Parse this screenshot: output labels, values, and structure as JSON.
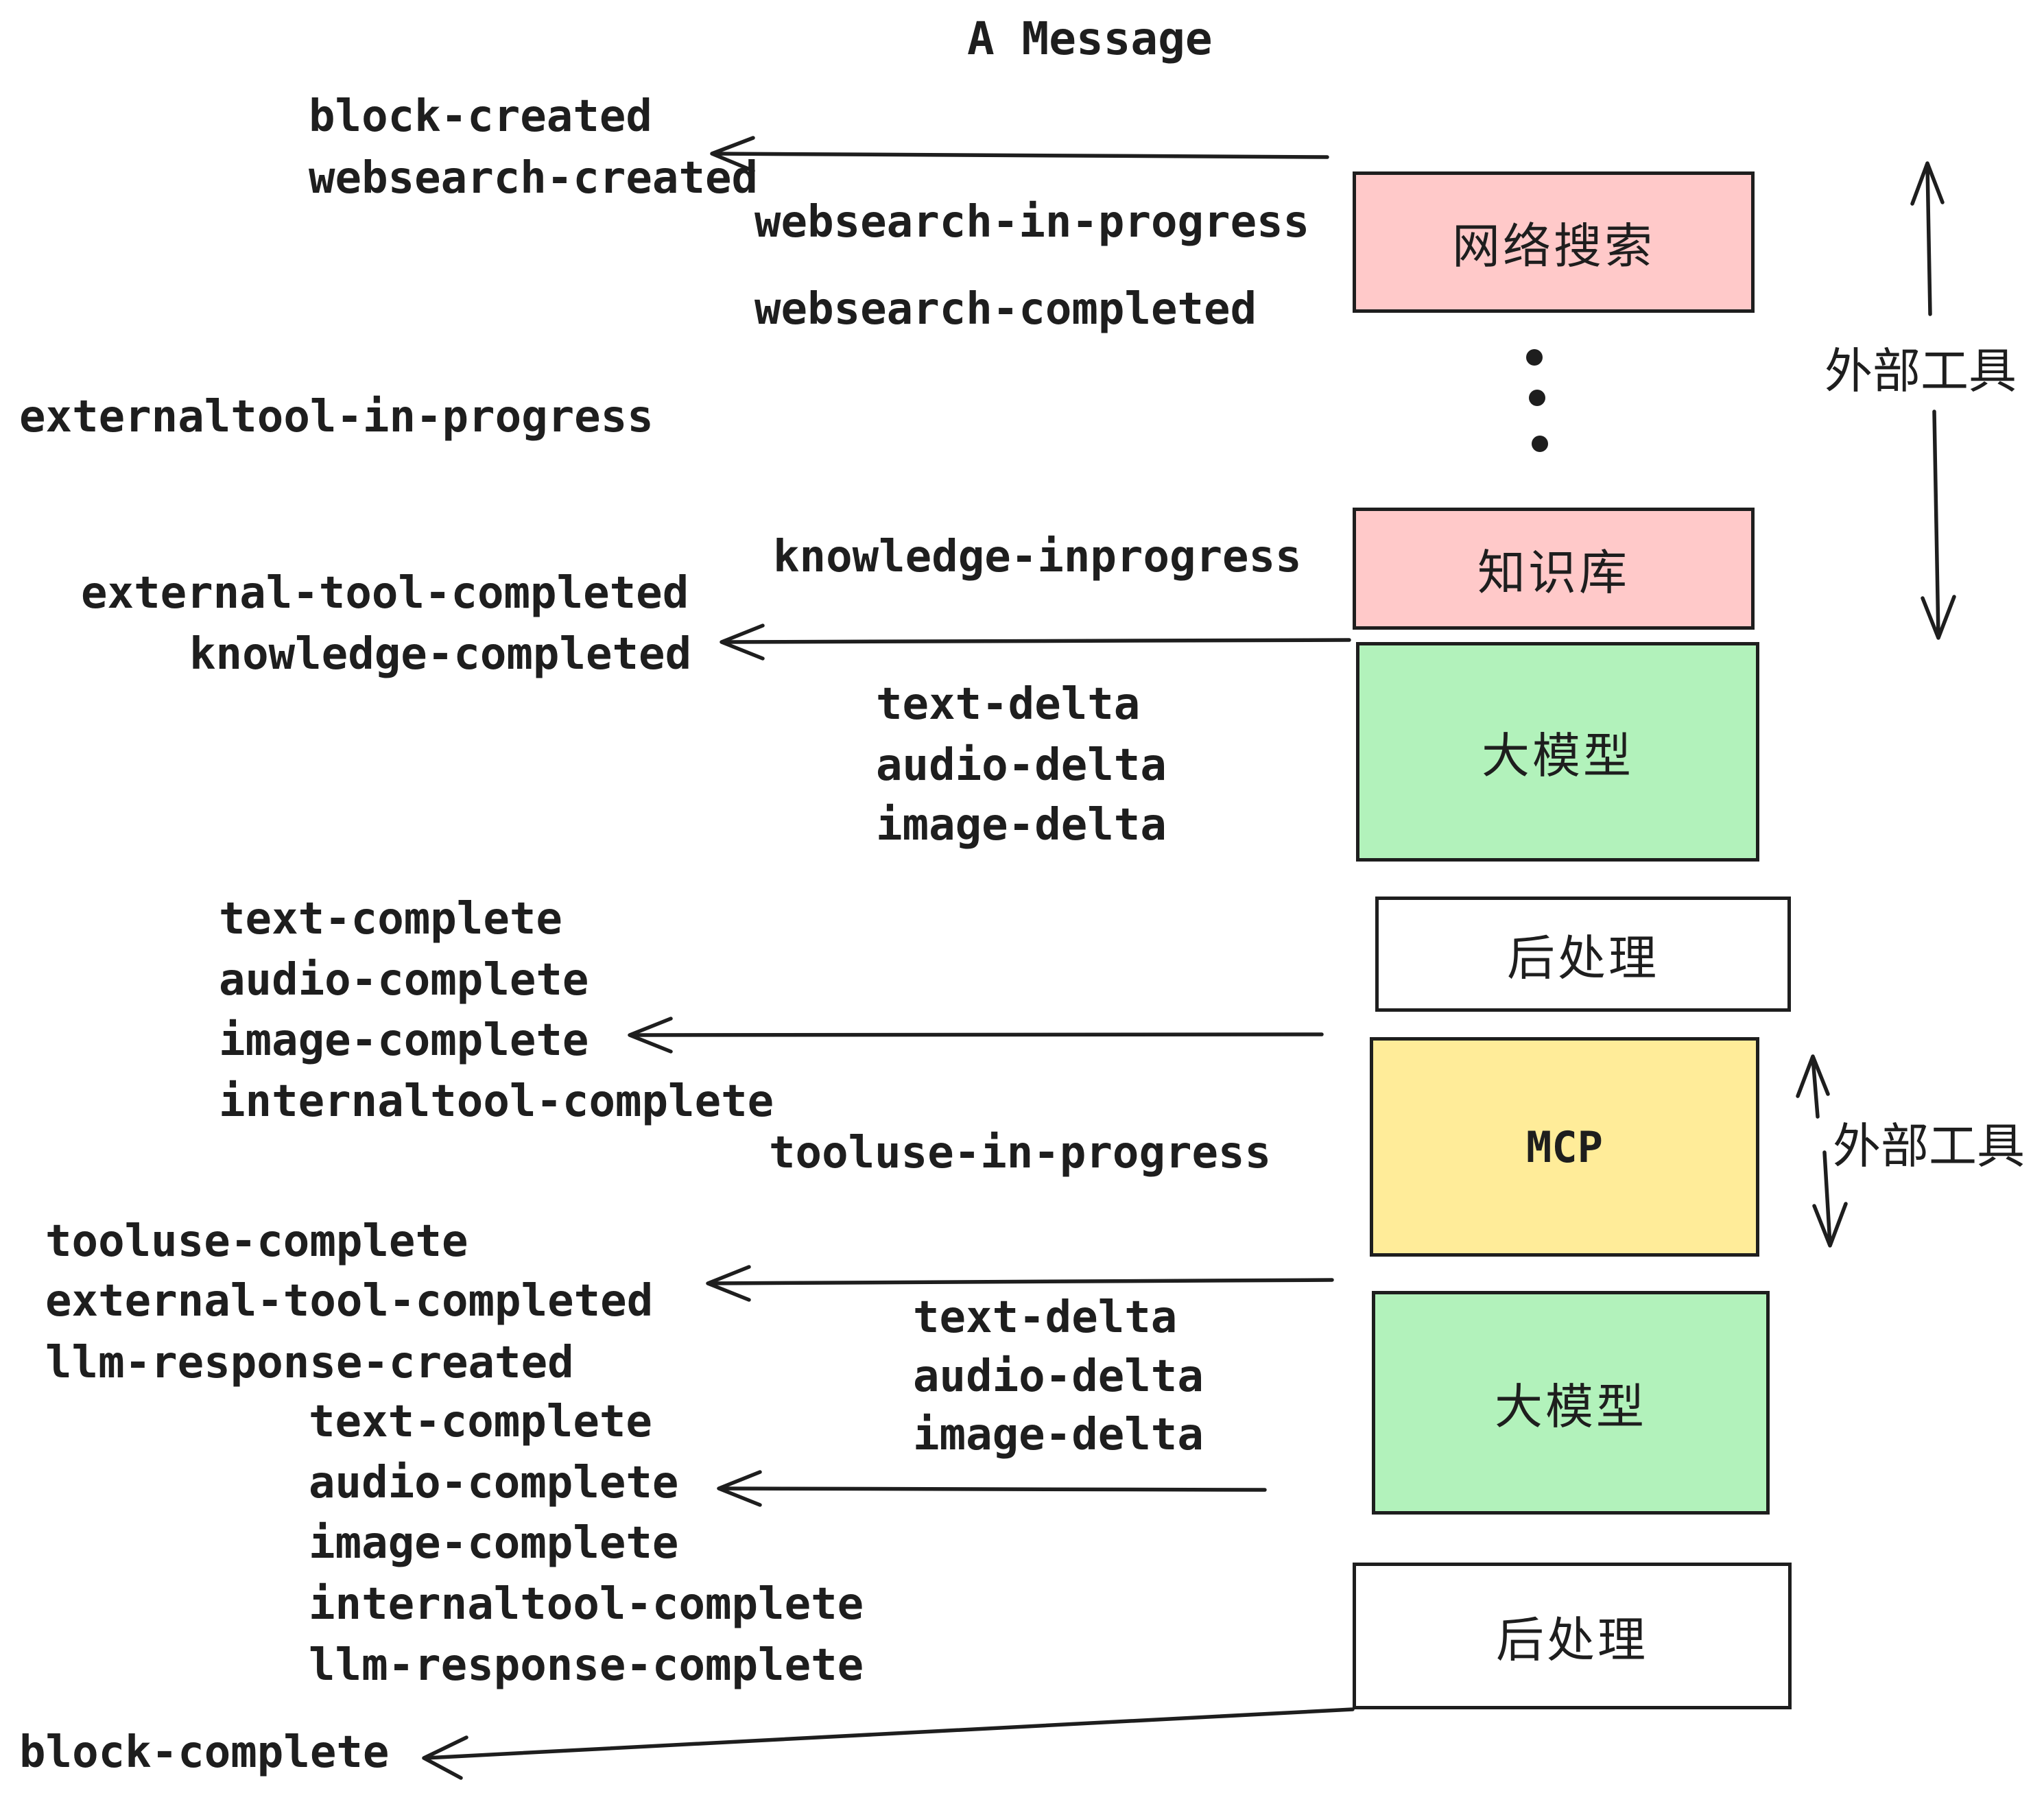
{
  "title": "A Message",
  "colors": {
    "ink": "#1e1e1e",
    "pink": "#ffc9c9",
    "green": "#b2f2bb",
    "yellow": "#ffec99",
    "white": "#ffffff"
  },
  "events": {
    "block_created": "block-created",
    "websearch_created": "websearch-created",
    "websearch_in_progress": "websearch-in-progress",
    "websearch_completed": "websearch-completed",
    "externaltool_in_progress": "externaltool-in-progress",
    "knowledge_inprogress": "knowledge-inprogress",
    "external_tool_completed": "external-tool-completed",
    "knowledge_completed": "knowledge-completed",
    "text_delta": "text-delta",
    "audio_delta": "audio-delta",
    "image_delta": "image-delta",
    "text_complete": "text-complete",
    "audio_complete": "audio-complete",
    "image_complete": "image-complete",
    "internaltool_complete": "internaltool-complete",
    "tooluse_in_progress": "tooluse-in-progress",
    "tooluse_complete": "tooluse-complete",
    "llm_response_created": "llm-response-created",
    "llm_response_complete": "llm-response-complete",
    "block_complete": "block-complete"
  },
  "boxes": {
    "websearch": {
      "label": "网络搜索",
      "color": "#ffc9c9"
    },
    "knowledge": {
      "label": "知识库",
      "color": "#ffc9c9"
    },
    "llm1": {
      "label": "大模型",
      "color": "#b2f2bb"
    },
    "post1": {
      "label": "后处理",
      "color": "#ffffff"
    },
    "mcp": {
      "label": "MCP",
      "color": "#ffec99"
    },
    "llm2": {
      "label": "大模型",
      "color": "#b2f2bb"
    },
    "post2": {
      "label": "后处理",
      "color": "#ffffff"
    }
  },
  "side_labels": {
    "external_tools_top": "外部工具",
    "external_tools_bottom": "外部工具"
  }
}
